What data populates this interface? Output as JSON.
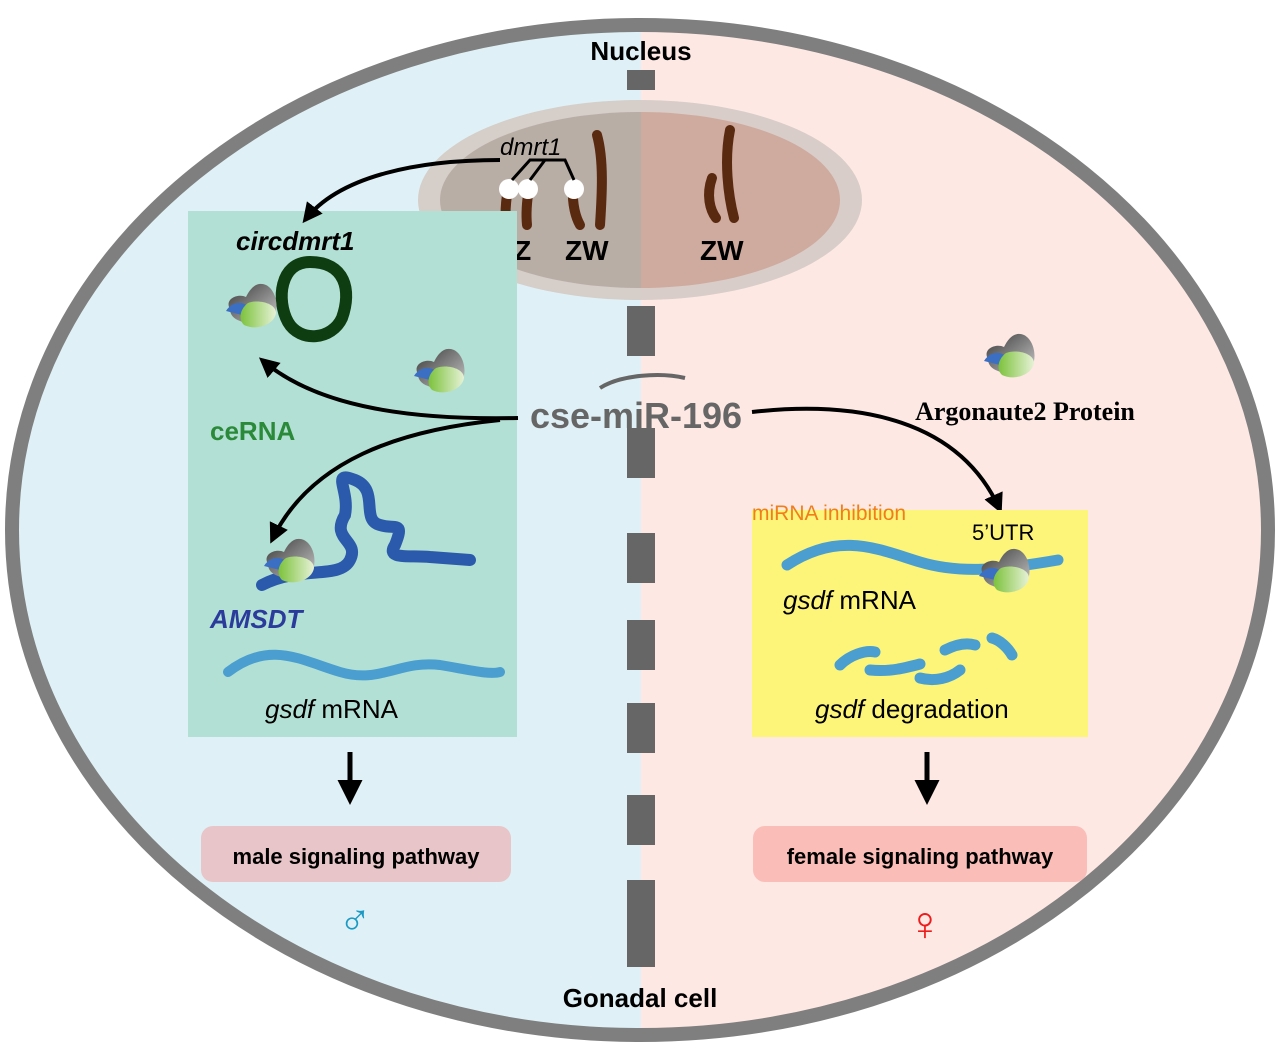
{
  "title": "Nucleus",
  "footer": "Gonadal cell",
  "colors": {
    "male_bg": "#dff1f6",
    "female_bg": "#fde8e4",
    "cell_border": "#7f7f7f",
    "divider": "#666666",
    "ceRNA_box": "#b3e0d4",
    "inhibition_box": "#fdf47a",
    "circ_ring": "#0d3d10",
    "amsdt_strand": "#2b5aac",
    "gsdf_strand": "#4a9fd0",
    "chromosome": "#5a2a10",
    "male_pathway_box": "#e8c5c8",
    "female_pathway_box": "#fbbdb8",
    "male_symbol": "#1a9ac4",
    "female_symbol": "#ee1c1c",
    "ceRNA_label": "#2a8a3a",
    "amsdt_label": "#2a3b9c",
    "inhibition_label": "#f07e1a",
    "mirna_label": "#666666"
  },
  "nucleus": {
    "gene_label": "dmrt1",
    "left_pairs": [
      "ZZ",
      "ZW"
    ],
    "right_pairs": [
      "ZW"
    ]
  },
  "male_side": {
    "circ_label": "circdmrt1",
    "ceRNA_label": "ceRNA",
    "amsdt_label": "AMSDT",
    "gsdf_gene": "gsdf",
    "gsdf_suffix": " mRNA",
    "pathway_label": "male signaling pathway",
    "symbol": "♂"
  },
  "center": {
    "mirna_label": "cse-miR-196"
  },
  "female_side": {
    "protein_label": "Argonaute2 Protein",
    "inhibition_label": "miRNA inhibition",
    "utr_label": "5’UTR",
    "gsdf_gene": "gsdf",
    "gsdf_suffix": " mRNA",
    "degradation_gene": "gsdf",
    "degradation_suffix": " degradation",
    "pathway_label": "female signaling pathway",
    "symbol": "♀"
  }
}
